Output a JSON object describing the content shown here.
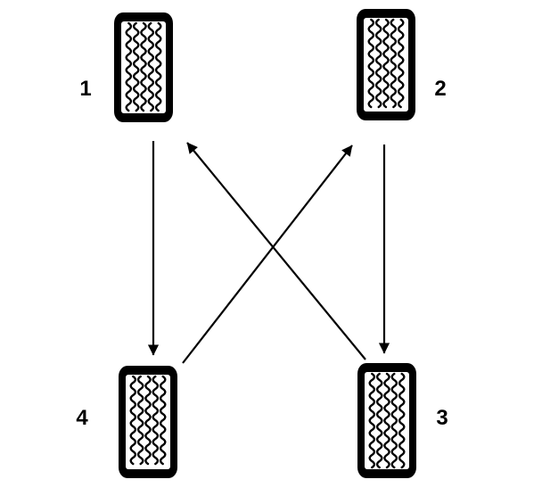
{
  "diagram": {
    "type": "tire-rotation-pattern",
    "colors": {
      "ink": "#000000",
      "paper": "#ffffff"
    },
    "tires": [
      {
        "id": "1",
        "label": "1",
        "position": "front-left"
      },
      {
        "id": "2",
        "label": "2",
        "position": "front-right"
      },
      {
        "id": "3",
        "label": "3",
        "position": "rear-right"
      },
      {
        "id": "4",
        "label": "4",
        "position": "rear-left"
      }
    ],
    "moves": [
      {
        "from": "1",
        "to": "4"
      },
      {
        "from": "2",
        "to": "3"
      },
      {
        "from": "3",
        "to": "1"
      },
      {
        "from": "4",
        "to": "2"
      }
    ]
  }
}
